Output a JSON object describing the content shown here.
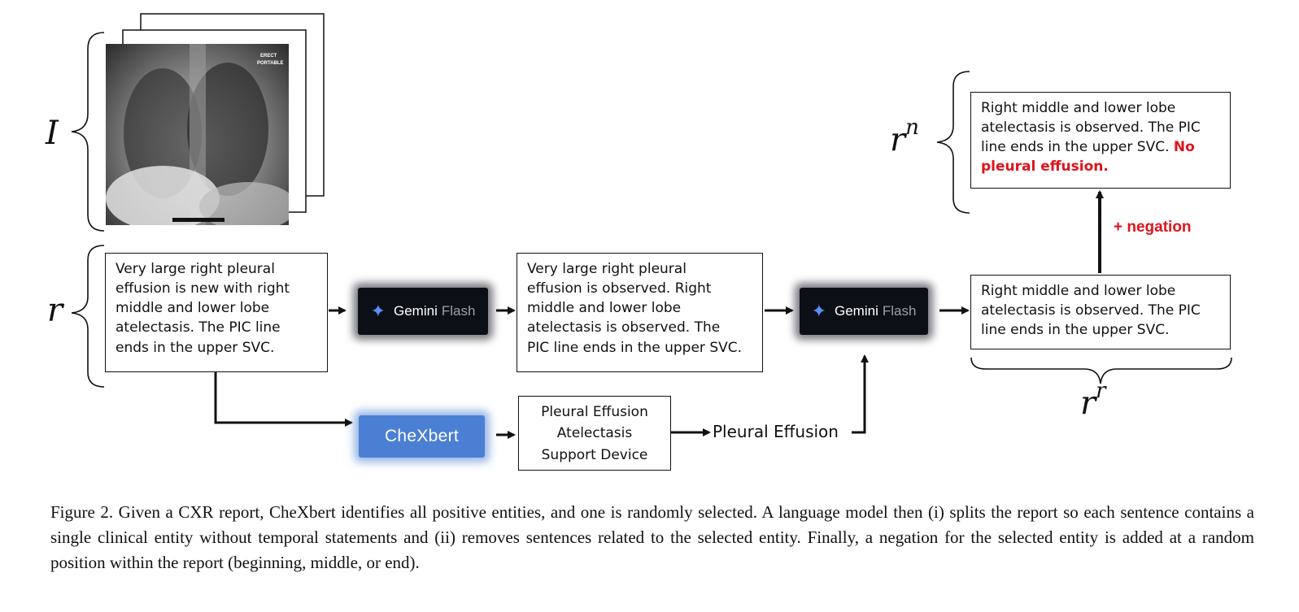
{
  "symbols": {
    "image": "I",
    "report": "r",
    "negated": "r",
    "negated_sup": "n",
    "removed": "r",
    "removed_sup": "r"
  },
  "xray": {
    "tag1": "ERECT",
    "tag2": "PORTABLE"
  },
  "boxes": {
    "report_lines": [
      "Very large right pleural",
      "effusion is new with right",
      "middle and lower lobe",
      "atelectasis. The PIC line",
      "ends in the upper SVC."
    ],
    "split_lines": [
      "Very large right pleural",
      "effusion is observed. Right",
      "middle and lower lobe",
      "atelectasis is observed. The",
      "PIC line ends in the upper SVC."
    ],
    "removed_lines": [
      "Right middle and lower lobe",
      "atelectasis is observed. The PIC",
      "line ends in the upper SVC."
    ],
    "negated_lines": [
      "Right middle and lower lobe",
      "atelectasis is observed. The PIC",
      "line ends in the upper SVC."
    ],
    "negated_red_inline": "No",
    "negated_red_line": "pleural effusion.",
    "entities": [
      "Pleural Effusion",
      "Atelectasis",
      "Support Device"
    ]
  },
  "models": {
    "gemini_1_name": "Gemini",
    "gemini_1_suffix": "Flash",
    "gemini_2_name": "Gemini",
    "gemini_2_suffix": "Flash",
    "chexbert": "CheXbert"
  },
  "selected_entity": "Pleural Effusion",
  "negation_label": "+ negation",
  "caption": "Figure 2.  Given a CXR report, CheXbert identifies all positive entities, and one is randomly selected.  A language model then (i) splits the report so each sentence contains a single clinical entity without temporal statements and (ii) removes sentences related to the selected entity. Finally, a negation for the selected entity is added at a random position within the report (beginning, middle, or end).",
  "colors": {
    "negation_red": "#e0141b",
    "gemini_bg": "#0d0f16",
    "gemini_star": "#5c8ff6",
    "chexbert_bg": "#4a7fd3"
  }
}
